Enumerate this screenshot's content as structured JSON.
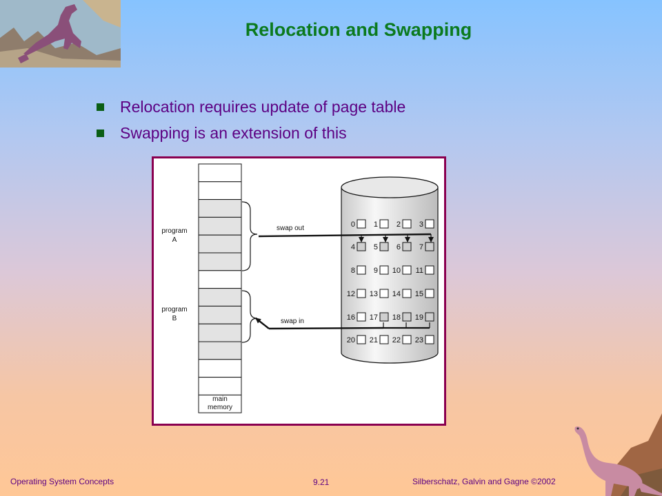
{
  "slide": {
    "title": "Relocation and Swapping",
    "bullets": [
      "Relocation requires update of page table",
      "Swapping is an extension of this"
    ]
  },
  "diagram": {
    "memory_slots": 14,
    "program_a_slots": [
      2,
      3,
      4,
      5
    ],
    "program_b_slots": [
      7,
      8,
      9,
      10
    ],
    "memory_label_1": "main",
    "memory_label_2": "memory",
    "program_a_label_1": "program",
    "program_a_label_2": "A",
    "program_b_label_1": "program",
    "program_b_label_2": "B",
    "swap_out_label": "swap out",
    "swap_in_label": "swap in",
    "disk_blocks": [
      "0",
      "1",
      "2",
      "3",
      "4",
      "5",
      "6",
      "7",
      "8",
      "9",
      "10",
      "11",
      "12",
      "13",
      "14",
      "15",
      "16",
      "17",
      "18",
      "19",
      "20",
      "21",
      "22",
      "23"
    ],
    "shaded_blocks": [
      4,
      5,
      6,
      7,
      17,
      18,
      19
    ]
  },
  "footer": {
    "left": "Operating System Concepts",
    "center": "9.21",
    "right": "Silberschatz, Galvin and  Gagne ©2002"
  },
  "colors": {
    "title": "#0b7a1e",
    "text": "#5c0082",
    "frame": "#8a0050",
    "bullet": "#0a5e14"
  },
  "icons": {
    "top_left": "dinosaur-trex-icon",
    "bottom_right": "dinosaur-brontosaurus-icon"
  }
}
